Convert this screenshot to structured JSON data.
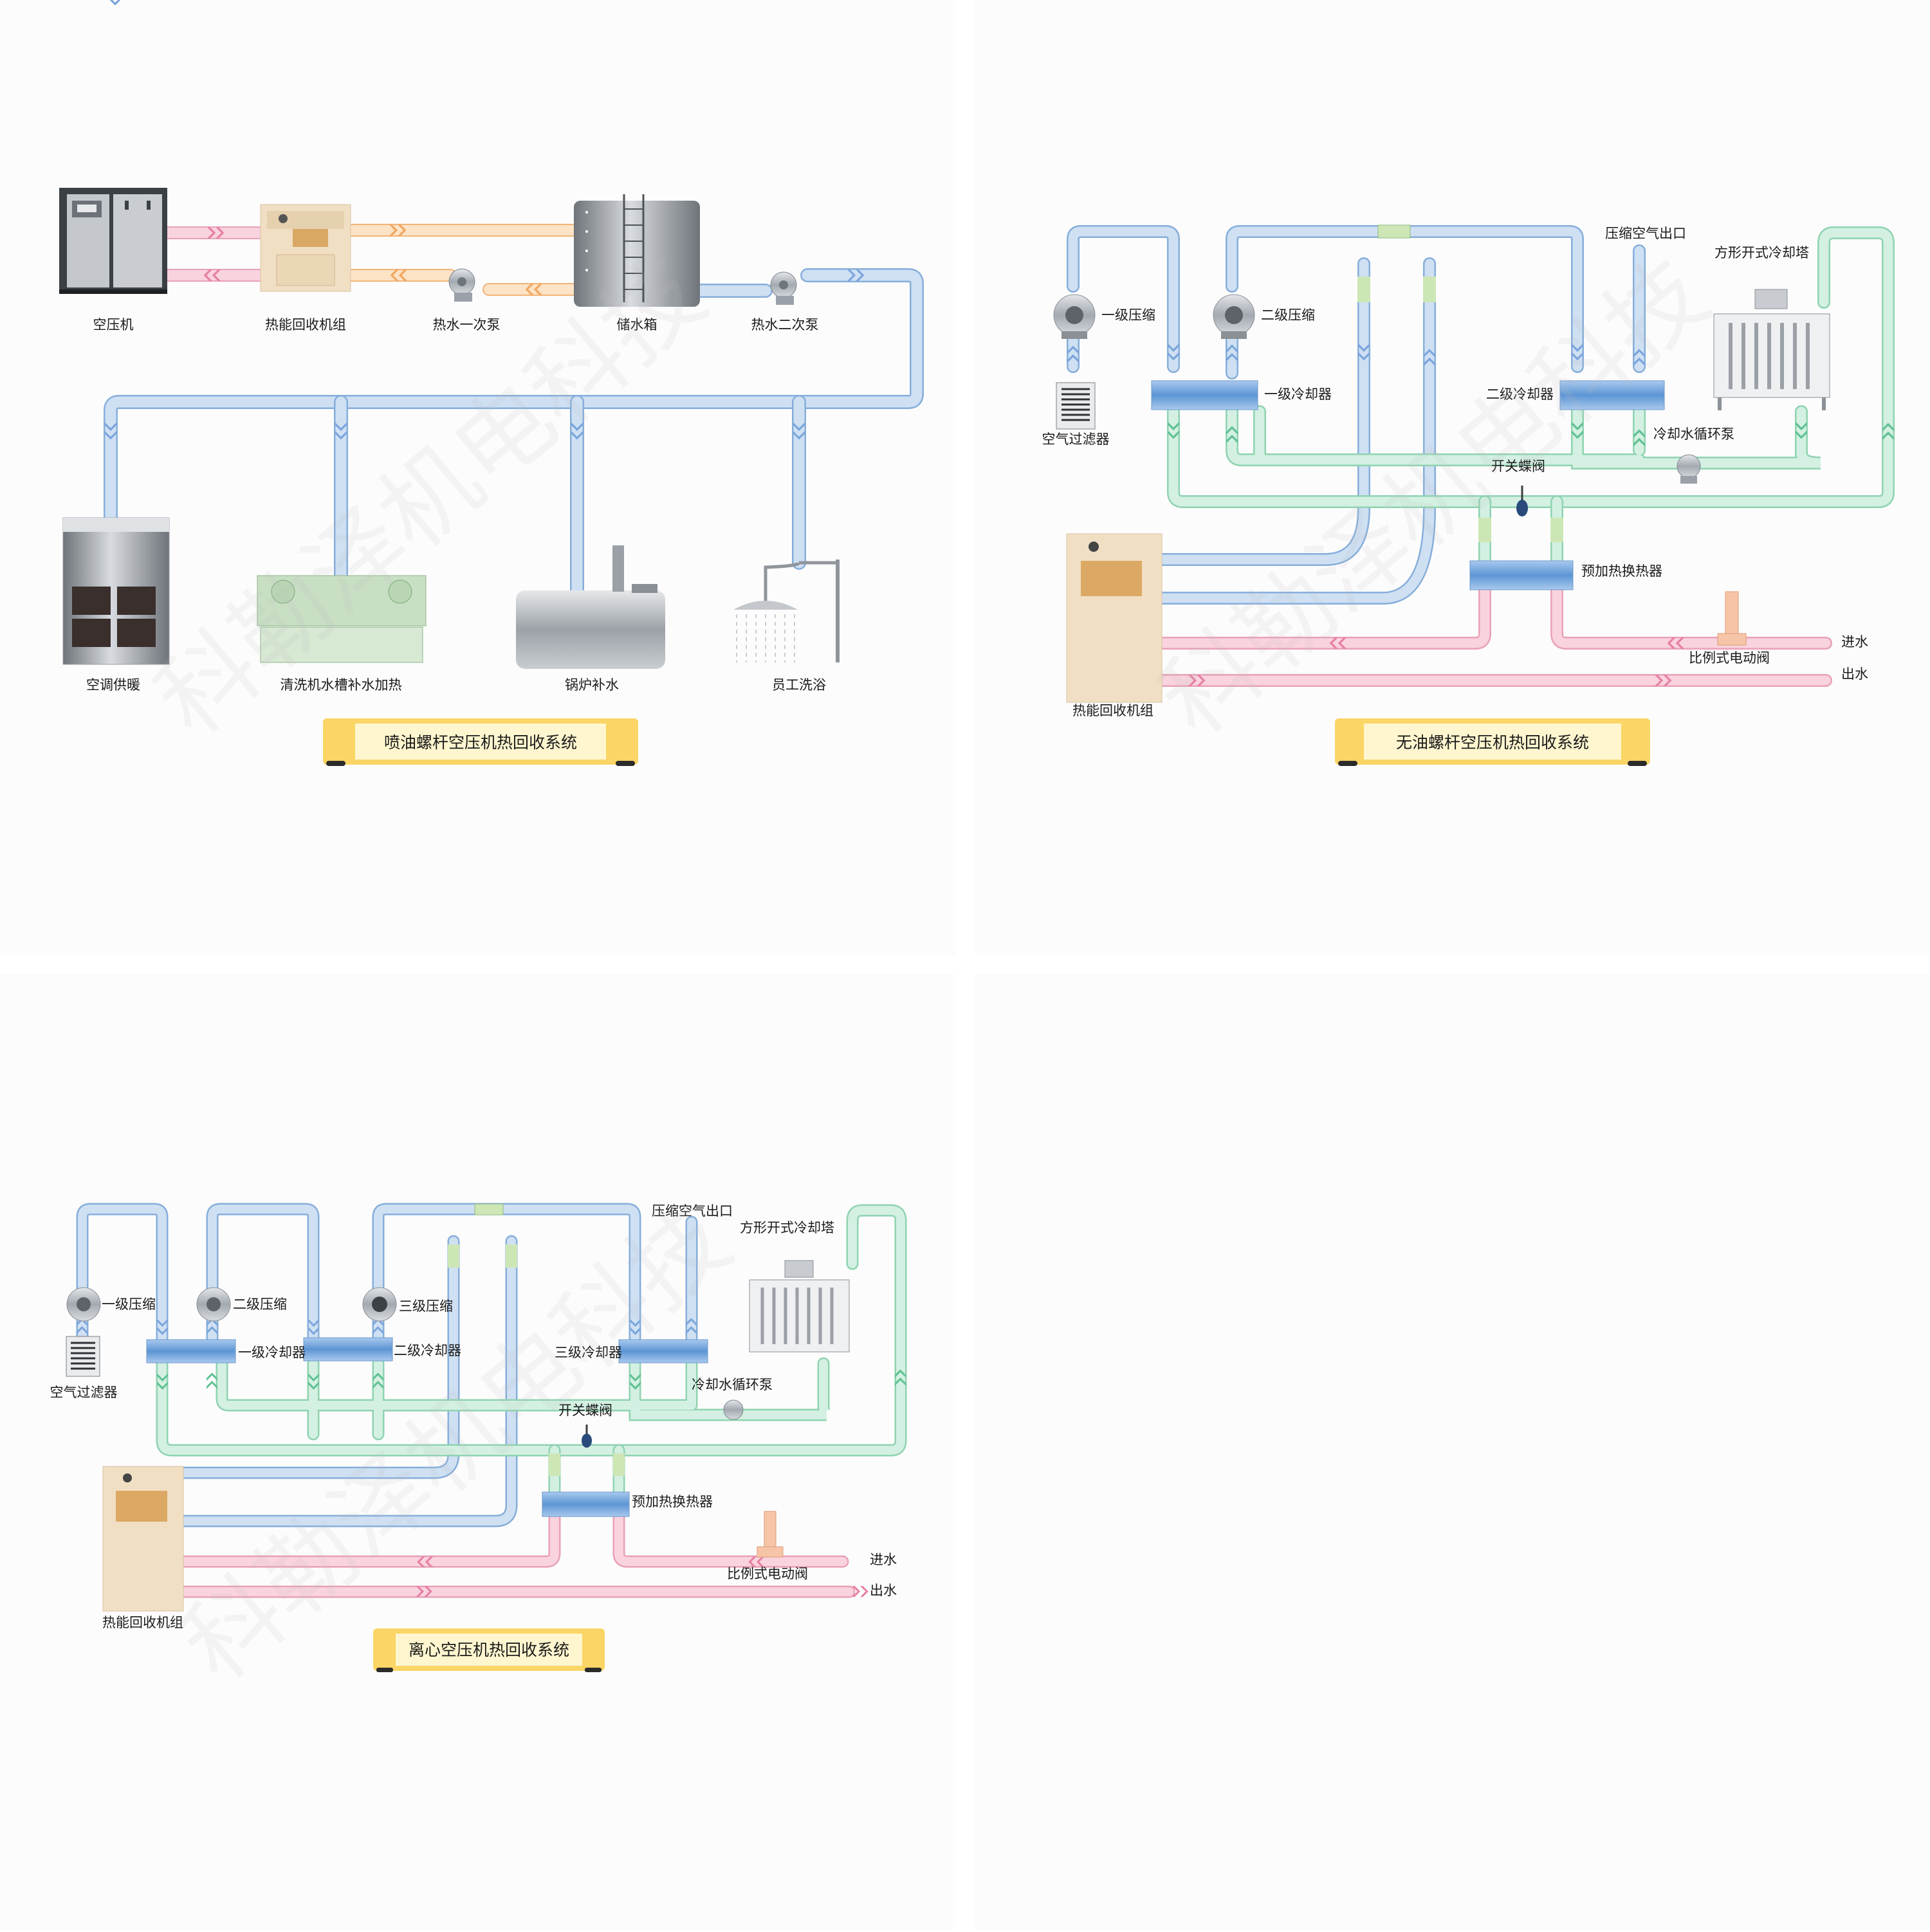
{
  "watermark": "科勒泽机电科技",
  "panel_oil": {
    "title": "喷油螺杆空压机热回收系统",
    "labels": {
      "compressor": "空压机",
      "heat_recovery": "热能回收机组",
      "primary_pump": "热水一次泵",
      "tank": "储水箱",
      "secondary_pump": "热水二次泵",
      "hvac": "空调供暖",
      "washer": "清洗机水槽补水加热",
      "boiler": "锅炉补水",
      "shower": "员工洗浴"
    }
  },
  "panel_oilfree": {
    "title": "无油螺杆空压机热回收系统",
    "labels": {
      "stage1": "一级压缩",
      "stage2": "二级压缩",
      "filter": "空气过滤器",
      "cooler1": "一级冷却器",
      "cooler2": "二级冷却器",
      "air_out": "压缩空气出口",
      "tower": "方形开式冷却塔",
      "circ_pump": "冷却水循环泵",
      "butterfly": "开关蝶阀",
      "preheater": "预加热换热器",
      "unit": "热能回收机组",
      "valve": "比例式电动阀",
      "water_in": "进水",
      "water_out": "出水"
    }
  },
  "panel_centrifugal": {
    "title": "离心空压机热回收系统",
    "labels": {
      "stage1": "一级压缩",
      "stage2": "二级压缩",
      "stage3": "三级压缩",
      "filter": "空气过滤器",
      "cooler1": "一级冷却器",
      "cooler2": "二级冷却器",
      "cooler3": "三级冷却器",
      "air_out": "压缩空气出口",
      "tower": "方形开式冷却塔",
      "circ_pump": "冷却水循环泵",
      "butterfly": "开关蝶阀",
      "preheater": "预加热换热器",
      "unit": "热能回收机组",
      "valve": "比例式电动阀",
      "water_in": "进水",
      "water_out": "出水"
    }
  },
  "colors": {
    "cold_pipe": "#cfe0f3",
    "cold_edge": "#86aedb",
    "hot_pipe": "#f9d3de",
    "hot_edge": "#e9a1b6",
    "warm_pipe": "#fde3c6",
    "warm_edge": "#f0b57a",
    "cool_pipe": "#d3f0e2",
    "cool_edge": "#8fd3b1",
    "scroll": "#fbd565"
  }
}
